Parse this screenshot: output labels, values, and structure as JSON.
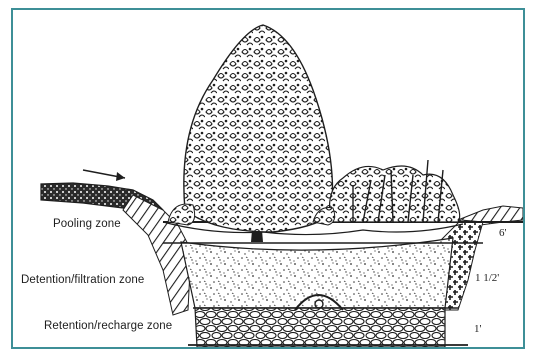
{
  "zones": [
    {
      "name": "pooling",
      "label": "Pooling zone",
      "depth": "6'"
    },
    {
      "name": "detention",
      "label": "Detention/filtration zone",
      "depth": "1 1/2'"
    },
    {
      "name": "retention",
      "label": "Retention/recharge zone",
      "depth": "1'"
    }
  ],
  "colors": {
    "frame": "#3d8f97",
    "ink": "#1e1e1e"
  }
}
